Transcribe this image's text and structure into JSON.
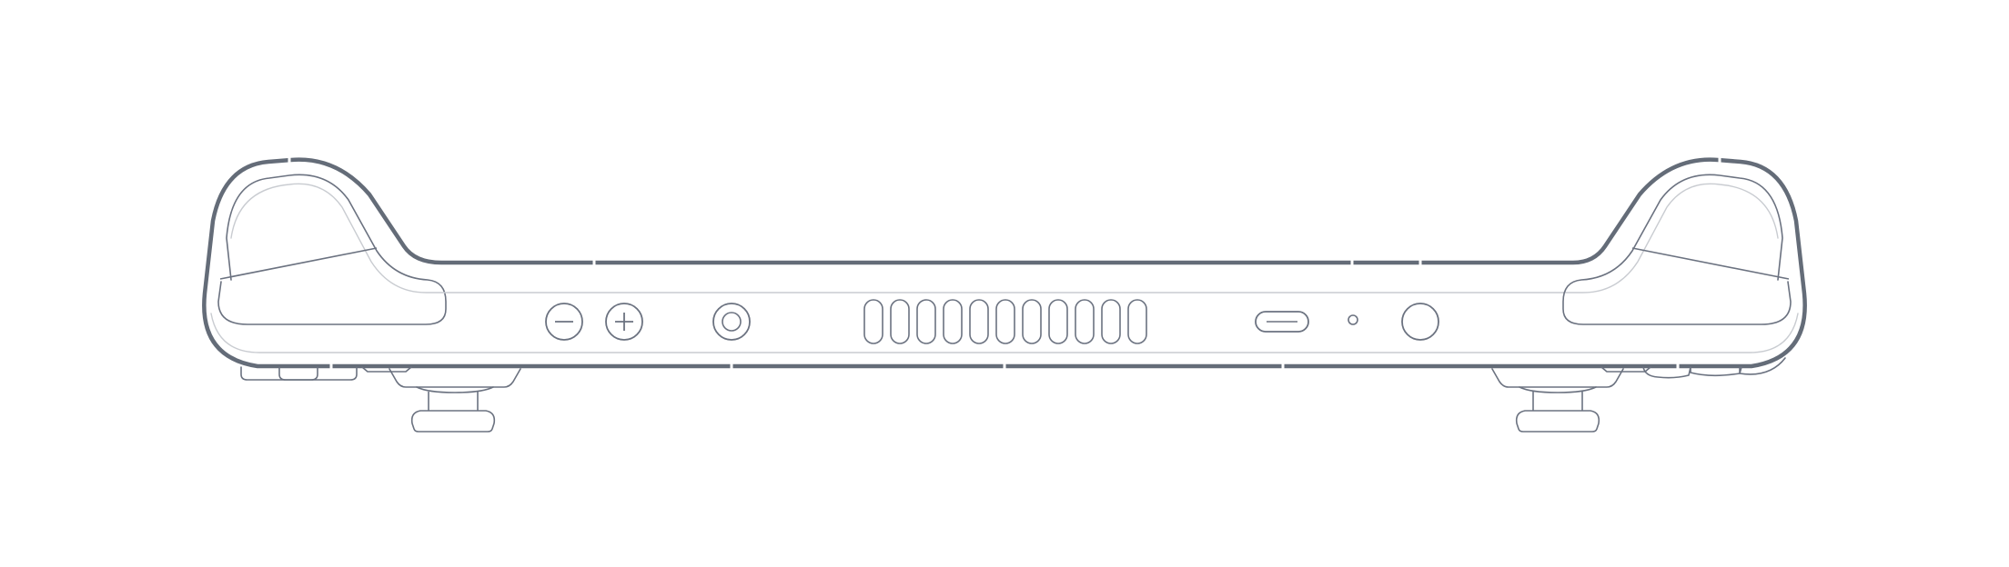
{
  "diagram": {
    "subject": "handheld-console-top-edge-view",
    "colors": {
      "background": "#ffffff",
      "main_stroke": "#646c78",
      "detail_stroke": "#6b7280",
      "light_stroke": "#c9ccd1"
    },
    "components": [
      {
        "name": "volume-minus-button",
        "icon": "minus-icon"
      },
      {
        "name": "volume-plus-button",
        "icon": "plus-icon"
      },
      {
        "name": "headphone-jack",
        "icon": "audio-jack-icon"
      },
      {
        "name": "vent-grille",
        "slot_count": 11
      },
      {
        "name": "usb-c-port",
        "icon": "usb-c-icon"
      },
      {
        "name": "status-led",
        "icon": "dot-icon"
      },
      {
        "name": "power-button",
        "icon": "power-button-icon"
      },
      {
        "name": "left-bumper"
      },
      {
        "name": "left-trigger"
      },
      {
        "name": "right-bumper"
      },
      {
        "name": "right-trigger"
      }
    ]
  }
}
